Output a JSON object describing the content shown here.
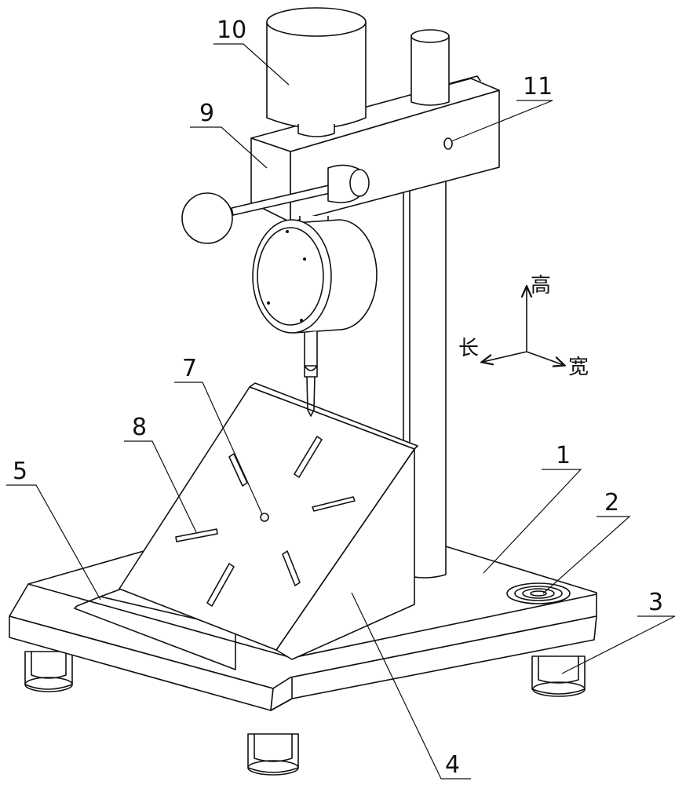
{
  "callouts": [
    {
      "id": "1",
      "label": "1"
    },
    {
      "id": "2",
      "label": "2"
    },
    {
      "id": "3",
      "label": "3"
    },
    {
      "id": "4",
      "label": "4"
    },
    {
      "id": "5",
      "label": "5"
    },
    {
      "id": "7",
      "label": "7"
    },
    {
      "id": "8",
      "label": "8"
    },
    {
      "id": "9",
      "label": "9"
    },
    {
      "id": "10",
      "label": "10"
    },
    {
      "id": "11",
      "label": "11"
    }
  ],
  "axes": {
    "height": "高",
    "length": "长",
    "width": "宽"
  }
}
